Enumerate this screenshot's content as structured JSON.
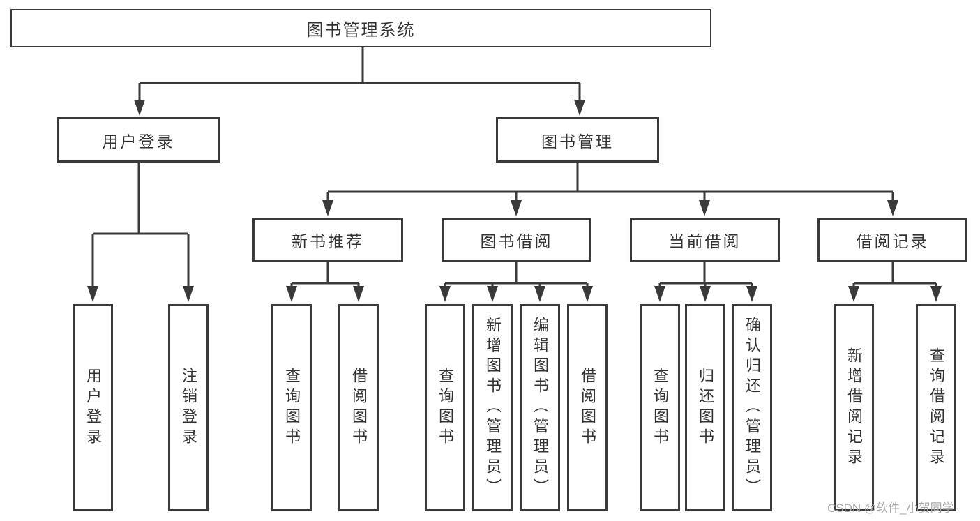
{
  "diagram": {
    "root": {
      "label": "图书管理系统"
    },
    "level2": [
      {
        "label": "用户登录",
        "children": [
          "用户登录",
          "注销登录"
        ]
      },
      {
        "label": "图书管理"
      }
    ],
    "modules": [
      {
        "label": "新书推荐",
        "children": [
          "查询图书",
          "借阅图书"
        ]
      },
      {
        "label": "图书借阅",
        "children": [
          "查询图书",
          "新增图书（管理员）",
          "编辑图书（管理员）",
          "借阅图书"
        ]
      },
      {
        "label": "当前借阅",
        "children": [
          "查询图书",
          "归还图书",
          "确认归还（管理员）"
        ]
      },
      {
        "label": "借阅记录",
        "children": [
          "新增借阅记录",
          "查询借阅记录"
        ]
      }
    ],
    "colors": {
      "line": "#3a3a3a",
      "text": "#333333",
      "background": "#ffffff",
      "watermark": "#a9a9a9"
    }
  },
  "watermark": {
    "text": "CSDN @软件_小贺同学"
  }
}
